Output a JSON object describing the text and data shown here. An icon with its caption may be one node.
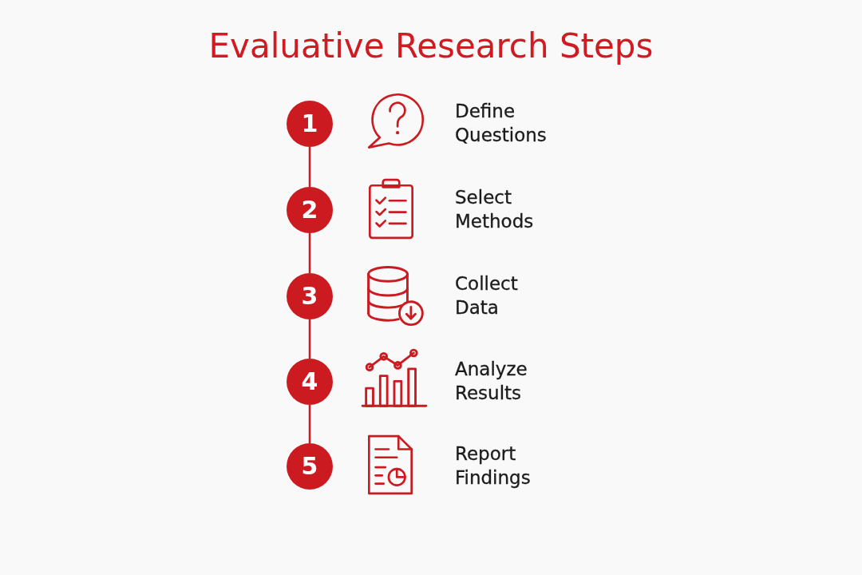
{
  "diagram": {
    "title": "Evaluative Research Steps",
    "nodes": [
      {
        "text": [
          "1"
        ]
      },
      {
        "text": [
          "2"
        ]
      },
      {
        "text": [
          "3"
        ]
      },
      {
        "text": [
          "4"
        ]
      },
      {
        "text": [
          "5"
        ]
      }
    ],
    "edges": [
      {
        "from": 0,
        "to": 1,
        "arrow": "none"
      },
      {
        "from": 1,
        "to": 2,
        "arrow": "none"
      },
      {
        "from": 2,
        "to": 3,
        "arrow": "none"
      },
      {
        "from": 3,
        "to": 4,
        "arrow": "none"
      }
    ],
    "labels": [
      "Define Questions",
      "Select Methods",
      "Collect Data",
      "Analyze Results",
      "Report Findings"
    ]
  }
}
